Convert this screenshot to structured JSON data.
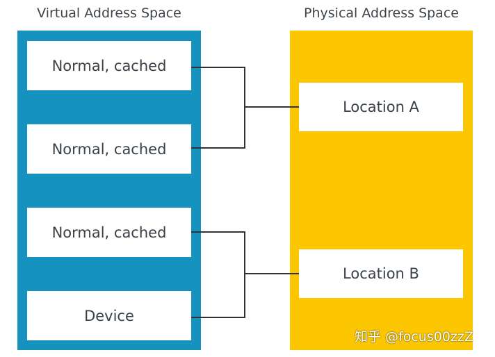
{
  "virtual_space": {
    "heading": "Virtual Address Space",
    "regions": [
      {
        "label": "Normal, cached"
      },
      {
        "label": "Normal, cached"
      },
      {
        "label": "Normal, cached"
      },
      {
        "label": "Device"
      }
    ]
  },
  "physical_space": {
    "heading": "Physical Address Space",
    "regions": [
      {
        "label": "Location A"
      },
      {
        "label": "Location B"
      }
    ]
  },
  "watermark": "知乎 @focus00zzZ",
  "colors": {
    "virtual_space": "#1592bd",
    "physical_space": "#fcc700",
    "region_fill": "#ffffff",
    "connector": "#2f3338"
  }
}
